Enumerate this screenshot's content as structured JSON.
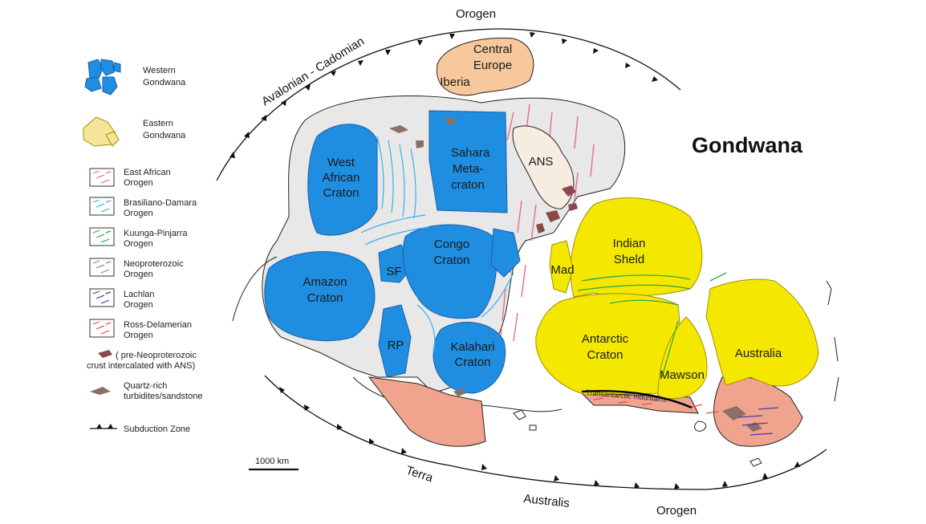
{
  "map": {
    "title": "Gondwana",
    "colors": {
      "western": "#1f8ee0",
      "eastern": "#f5e800",
      "neoproterozoic": "#e8e8e8",
      "europe": "#f7c89b",
      "terra": "#f0a48e",
      "ans_crust": "#8a4a4a",
      "quartz": "#8c6e64",
      "east_african": "#e86a9a",
      "brasiliano": "#3ab0e8",
      "kuunga": "#2aa84a",
      "lachlan": "#4a3aa8",
      "ross": "#e84a4a"
    },
    "orogen_labels": {
      "avalonian": "Avalonian - Cadomian",
      "orogen_top": "Orogen",
      "terra": "Terra",
      "australis": "Australis",
      "orogen_bottom": "Orogen"
    },
    "regions": {
      "west_african_1": "West",
      "west_african_2": "African",
      "west_african_3": "Craton",
      "amazon_1": "Amazon",
      "amazon_2": "Craton",
      "sf": "SF",
      "rp": "RP",
      "congo_1": "Congo",
      "congo_2": "Craton",
      "kalahari_1": "Kalahari",
      "kalahari_2": "Craton",
      "sahara_1": "Sahara",
      "sahara_2": "Meta-",
      "sahara_3": "craton",
      "ans": "ANS",
      "central_europe_1": "Central",
      "central_europe_2": "Europe",
      "iberia": "Iberia",
      "mad": "Mad",
      "indian_1": "Indian",
      "indian_2": "Sheld",
      "antarctic_1": "Antarctic",
      "antarctic_2": "Craton",
      "mawson": "Mawson",
      "australia": "Australia",
      "transantarctic": "Transantarctic mountains"
    },
    "legend": {
      "western_1": "Western",
      "western_2": "Gondwana",
      "eastern_1": "Eastern",
      "eastern_2": "Gondwana",
      "east_african_1": "East African",
      "east_african_2": "Orogen",
      "brasiliano_1": "Brasiliano-Damara",
      "brasiliano_2": "Orogen",
      "kuunga_1": "Kuunga-Pinjarra",
      "kuunga_2": "Orogen",
      "neoproterozoic_1": "Neoproterozoic",
      "neoproterozoic_2": "Orogen",
      "lachlan_1": "Lachlan",
      "lachlan_2": "Orogen",
      "ross_1": "Ross-Delamerian",
      "ross_2": "Orogen",
      "ans_crust_1": "( pre-Neoproterozoic",
      "ans_crust_2": "crust intercalated with ANS)",
      "quartz_1": "Quartz-rich",
      "quartz_2": "turbidites/sandstone",
      "subduction": "Subduction Zone"
    },
    "scale_bar": {
      "label": "1000 km"
    }
  }
}
